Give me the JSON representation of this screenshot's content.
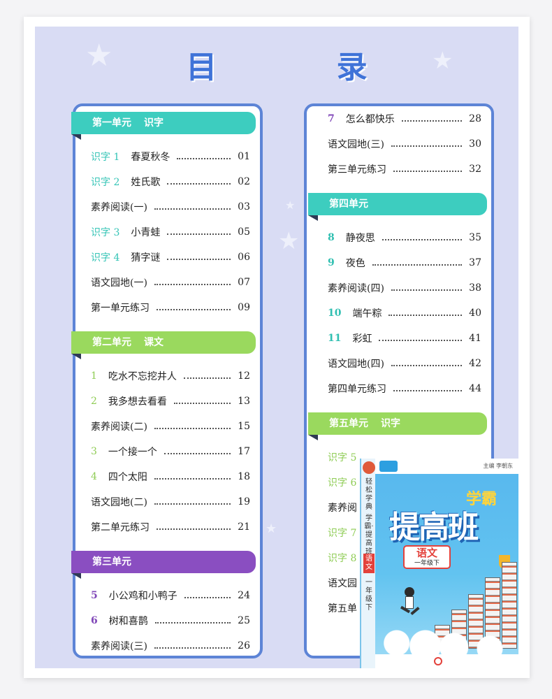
{
  "page_title": "目 录",
  "left_column": [
    {
      "type": "unit",
      "label": "第一单元",
      "sub": "识字",
      "color": "teal"
    },
    {
      "type": "entry",
      "num": "识字 1",
      "title": "春夏秋冬",
      "page": "01",
      "num_style": "teal"
    },
    {
      "type": "entry",
      "num": "识字 2",
      "title": "姓氏歌",
      "page": "02",
      "num_style": "teal"
    },
    {
      "type": "entry",
      "num": "",
      "title": "素养阅读(一)",
      "page": "03"
    },
    {
      "type": "entry",
      "num": "识字 3",
      "title": "小青蛙",
      "page": "05",
      "num_style": "teal"
    },
    {
      "type": "entry",
      "num": "识字 4",
      "title": "猜字谜",
      "page": "06",
      "num_style": "teal"
    },
    {
      "type": "entry",
      "num": "",
      "title": "语文园地(一)",
      "page": "07"
    },
    {
      "type": "entry",
      "num": "",
      "title": "第一单元练习",
      "page": "09"
    },
    {
      "type": "unit",
      "label": "第二单元",
      "sub": "课文",
      "color": "green"
    },
    {
      "type": "entry",
      "num": "1",
      "title": "吃水不忘挖井人",
      "page": "12",
      "num_style": "green"
    },
    {
      "type": "entry",
      "num": "2",
      "title": "我多想去看看",
      "page": "13",
      "num_style": "green"
    },
    {
      "type": "entry",
      "num": "",
      "title": "素养阅读(二)",
      "page": "15"
    },
    {
      "type": "entry",
      "num": "3",
      "title": "一个接一个",
      "page": "17",
      "num_style": "green"
    },
    {
      "type": "entry",
      "num": "4",
      "title": "四个太阳",
      "page": "18",
      "num_style": "green"
    },
    {
      "type": "entry",
      "num": "",
      "title": "语文园地(二)",
      "page": "19"
    },
    {
      "type": "entry",
      "num": "",
      "title": "第二单元练习",
      "page": "21"
    },
    {
      "type": "unit",
      "label": "第三单元",
      "sub": "",
      "color": "purple"
    },
    {
      "type": "entry",
      "num": "5",
      "title": "小公鸡和小鸭子",
      "page": "24",
      "num_style": "purple"
    },
    {
      "type": "entry",
      "num": "6",
      "title": "树和喜鹊",
      "page": "25",
      "num_style": "purple"
    },
    {
      "type": "entry",
      "num": "",
      "title": "素养阅读(三)",
      "page": "26"
    }
  ],
  "right_column": [
    {
      "type": "entry",
      "num": "7",
      "title": "怎么都快乐",
      "page": "28",
      "num_style": "purple"
    },
    {
      "type": "entry",
      "num": "",
      "title": "语文园地(三)",
      "page": "30"
    },
    {
      "type": "entry",
      "num": "",
      "title": "第三单元练习",
      "page": "32"
    },
    {
      "type": "unit",
      "label": "第四单元",
      "sub": "",
      "color": "teal"
    },
    {
      "type": "entry",
      "num": "8",
      "title": "静夜思",
      "page": "35",
      "num_style": "teal-b"
    },
    {
      "type": "entry",
      "num": "9",
      "title": "夜色",
      "page": "37",
      "num_style": "teal-b"
    },
    {
      "type": "entry",
      "num": "",
      "title": "素养阅读(四)",
      "page": "38"
    },
    {
      "type": "entry",
      "num": "10",
      "title": "端午粽",
      "page": "40",
      "num_style": "teal-b"
    },
    {
      "type": "entry",
      "num": "11",
      "title": "彩虹",
      "page": "41",
      "num_style": "teal-b"
    },
    {
      "type": "entry",
      "num": "",
      "title": "语文园地(四)",
      "page": "42"
    },
    {
      "type": "entry",
      "num": "",
      "title": "第四单元练习",
      "page": "44"
    },
    {
      "type": "unit",
      "label": "第五单元",
      "sub": "识字",
      "color": "green"
    },
    {
      "type": "entry",
      "num": "识字 5",
      "title": "",
      "page": "",
      "num_style": "green"
    },
    {
      "type": "entry",
      "num": "识字 6",
      "title": "",
      "page": "",
      "num_style": "green"
    },
    {
      "type": "entry",
      "num": "",
      "title": "素养阅",
      "page": ""
    },
    {
      "type": "entry",
      "num": "识字 7",
      "title": "",
      "page": "",
      "num_style": "green"
    },
    {
      "type": "entry",
      "num": "识字 8",
      "title": "",
      "page": "",
      "num_style": "green"
    },
    {
      "type": "entry",
      "num": "",
      "title": "语文园",
      "page": ""
    },
    {
      "type": "entry",
      "num": "",
      "title": "第五单",
      "page": ""
    }
  ],
  "book": {
    "spine_text": "轻松学典",
    "spine_title": "学霸·提高班",
    "spine_subject": "语文",
    "spine_grade": "一年级下",
    "editor": "主编 李朝东",
    "brand": "学霸",
    "main_title": "提高班",
    "subject": "语文",
    "grade": "一年级下"
  }
}
